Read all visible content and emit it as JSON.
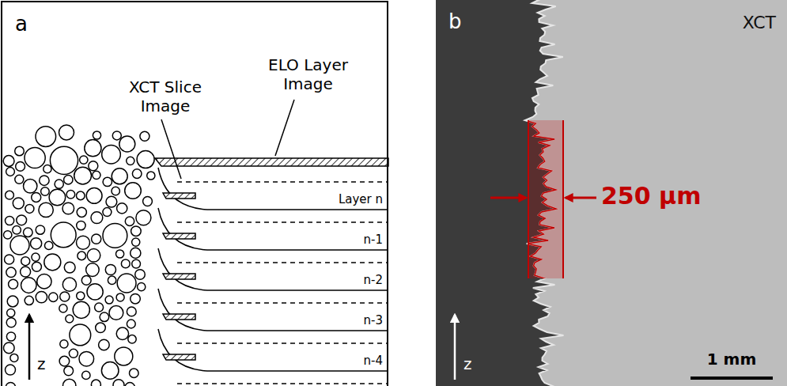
{
  "diagram": {
    "nodes": [
      {
        "text": [
          "a"
        ]
      },
      {
        "text": [
          "b",
          "XCT"
        ]
      }
    ],
    "labels": [
      "XCT Slice Image",
      "ELO Layer Image",
      "Layer n",
      "n-1",
      "n-2",
      "n-3",
      "n-4",
      "z",
      "250 µm",
      "z",
      "1 mm"
    ]
  }
}
